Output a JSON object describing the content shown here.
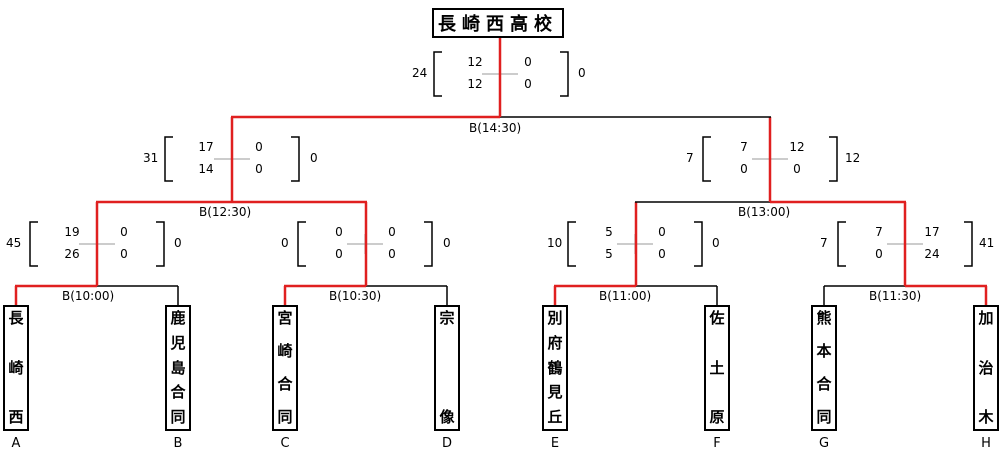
{
  "champion": "長崎西高校",
  "teams": [
    {
      "letter": "A",
      "name": "長崎西"
    },
    {
      "letter": "B",
      "name": "鹿児島合同"
    },
    {
      "letter": "C",
      "name": "宮崎合同"
    },
    {
      "letter": "D",
      "name": "宗像"
    },
    {
      "letter": "E",
      "name": "別府鶴見丘"
    },
    {
      "letter": "F",
      "name": "佐土原"
    },
    {
      "letter": "G",
      "name": "熊本合同"
    },
    {
      "letter": "H",
      "name": "加治木"
    }
  ],
  "matches": [
    {
      "id": "m1",
      "label": "B(10:00)",
      "left_total": "45",
      "right_total": "0",
      "left_scores": [
        "19",
        "26"
      ],
      "right_scores": [
        "0",
        "0"
      ]
    },
    {
      "id": "m2",
      "label": "B(10:30)",
      "left_total": "0",
      "right_total": "0",
      "left_scores": [
        "0",
        "0"
      ],
      "right_scores": [
        "0",
        "0"
      ]
    },
    {
      "id": "m3",
      "label": "B(11:00)",
      "left_total": "10",
      "right_total": "0",
      "left_scores": [
        "5",
        "5"
      ],
      "right_scores": [
        "0",
        "0"
      ]
    },
    {
      "id": "m4",
      "label": "B(11:30)",
      "left_total": "7",
      "right_total": "41",
      "left_scores": [
        "7",
        "0"
      ],
      "right_scores": [
        "17",
        "24"
      ]
    },
    {
      "id": "s1",
      "label": "B(12:30)",
      "left_total": "31",
      "right_total": "0",
      "left_scores": [
        "17",
        "14"
      ],
      "right_scores": [
        "0",
        "0"
      ]
    },
    {
      "id": "s2",
      "label": "B(13:00)",
      "left_total": "7",
      "right_total": "12",
      "left_scores": [
        "7",
        "0"
      ],
      "right_scores": [
        "12",
        "0"
      ]
    },
    {
      "id": "f",
      "label": "B(14:30)",
      "left_total": "24",
      "right_total": "0",
      "left_scores": [
        "12",
        "12"
      ],
      "right_scores": [
        "0",
        "0"
      ]
    }
  ],
  "colors": {
    "winner_line": "#e02020",
    "line": "#000000",
    "divider": "#999999"
  }
}
